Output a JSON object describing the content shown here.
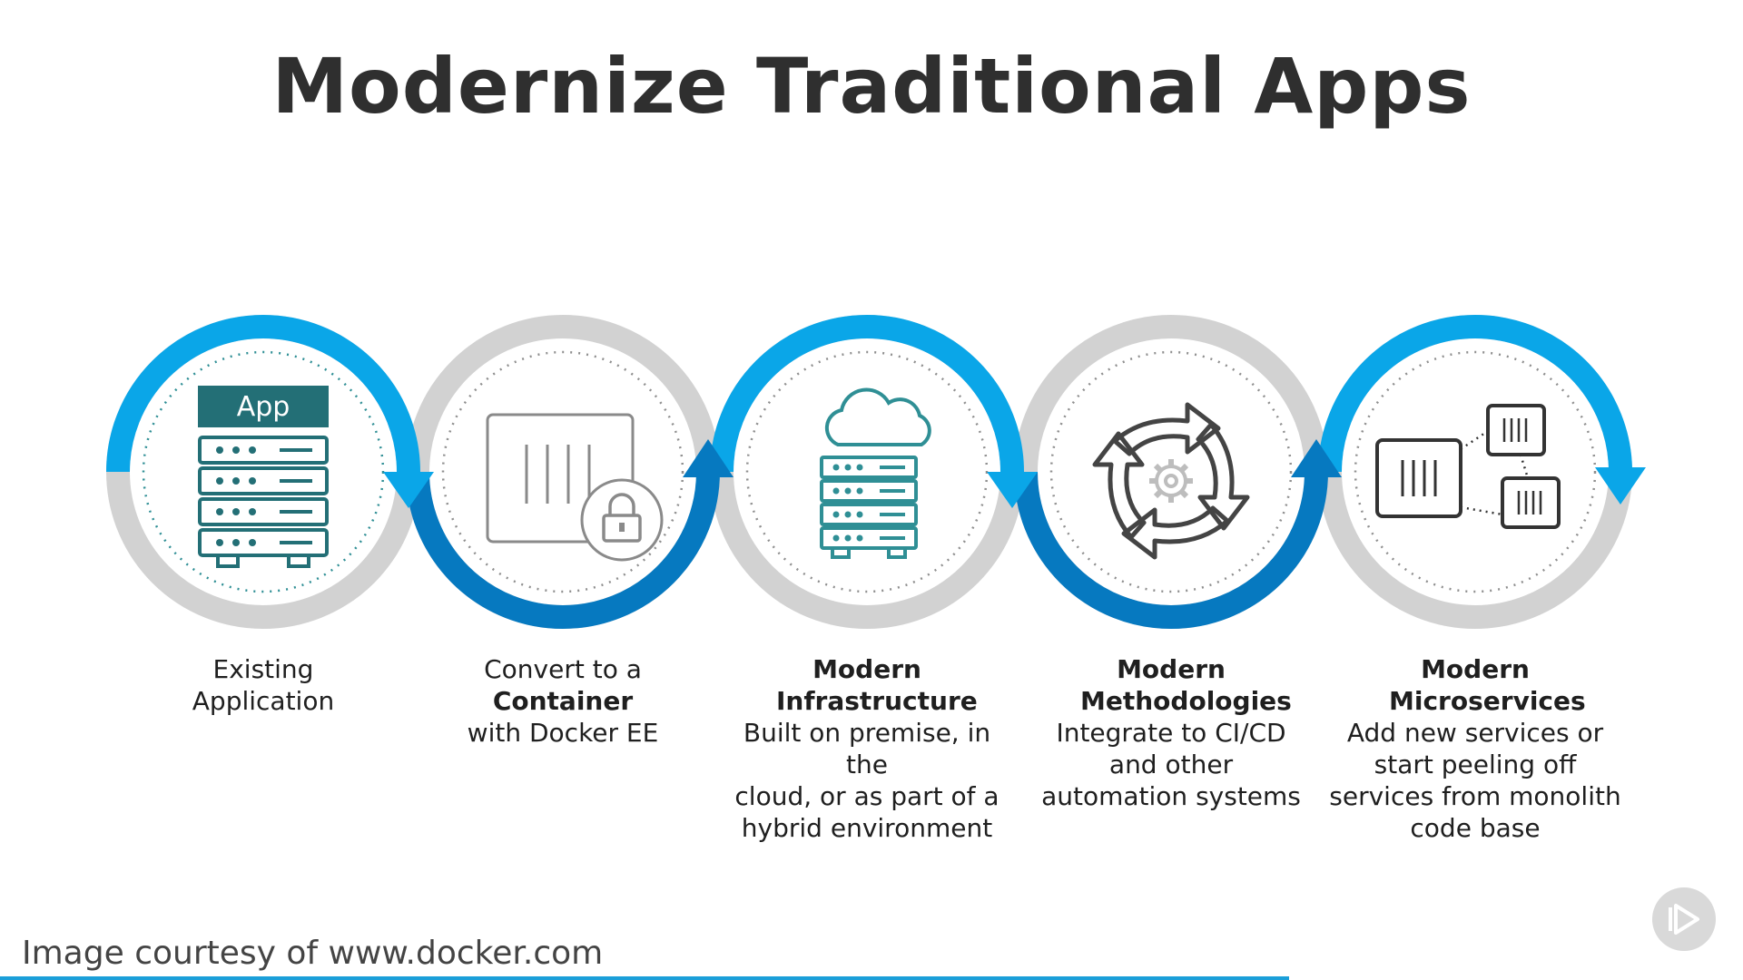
{
  "title": "Modernize Traditional Apps",
  "colors": {
    "blue_light": "#0aa6e8",
    "blue_dark": "#0679c0",
    "gray_ring": "#d2d2d2",
    "teal_icon": "#2f8f95",
    "dark_icon": "#444444"
  },
  "steps": [
    {
      "icon": "app-server-icon",
      "app_badge": "App",
      "bold": "",
      "top": "",
      "lines": [
        "Existing",
        "Application"
      ]
    },
    {
      "icon": "locked-container-icon",
      "bold": "Container",
      "top": "Convert to a",
      "lines": [
        "with Docker EE"
      ]
    },
    {
      "icon": "cloud-server-icon",
      "bold": "Modern Infrastructure",
      "top": "",
      "lines": [
        "Built on premise, in the",
        "cloud, or as part of a",
        "hybrid environment"
      ]
    },
    {
      "icon": "cycle-gear-icon",
      "bold": "Modern Methodologies",
      "top": "",
      "lines": [
        "Integrate to CI/CD",
        "and other",
        "automation systems"
      ]
    },
    {
      "icon": "microservices-icon",
      "bold": "Modern Microservices",
      "top": "",
      "lines": [
        "Add new services or",
        "start peeling off",
        "services from monolith",
        "code base"
      ]
    }
  ],
  "credit": "Image courtesy of www.docker.com"
}
